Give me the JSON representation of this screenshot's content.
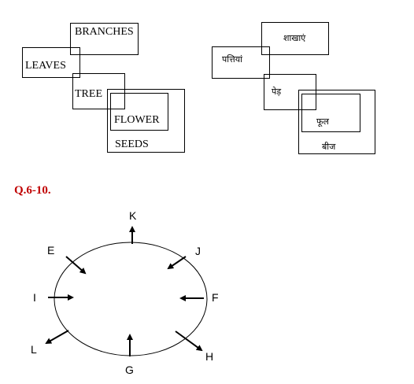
{
  "english_diagram": {
    "branches": "BRANCHES",
    "leaves": "LEAVES",
    "tree": "TREE",
    "flower": "FLOWER",
    "seeds": "SEEDS"
  },
  "hindi_diagram": {
    "branches": "शाखाएं",
    "leaves": "पत्तियां",
    "tree": "पेड़",
    "flower": "फूल",
    "seeds": "बीज"
  },
  "question": {
    "label": "Q.6-10."
  },
  "direction_diagram": {
    "labels": {
      "K": "K",
      "J": "J",
      "F": "F",
      "H": "H",
      "G": "G",
      "L": "L",
      "I": "I",
      "E": "E"
    }
  }
}
